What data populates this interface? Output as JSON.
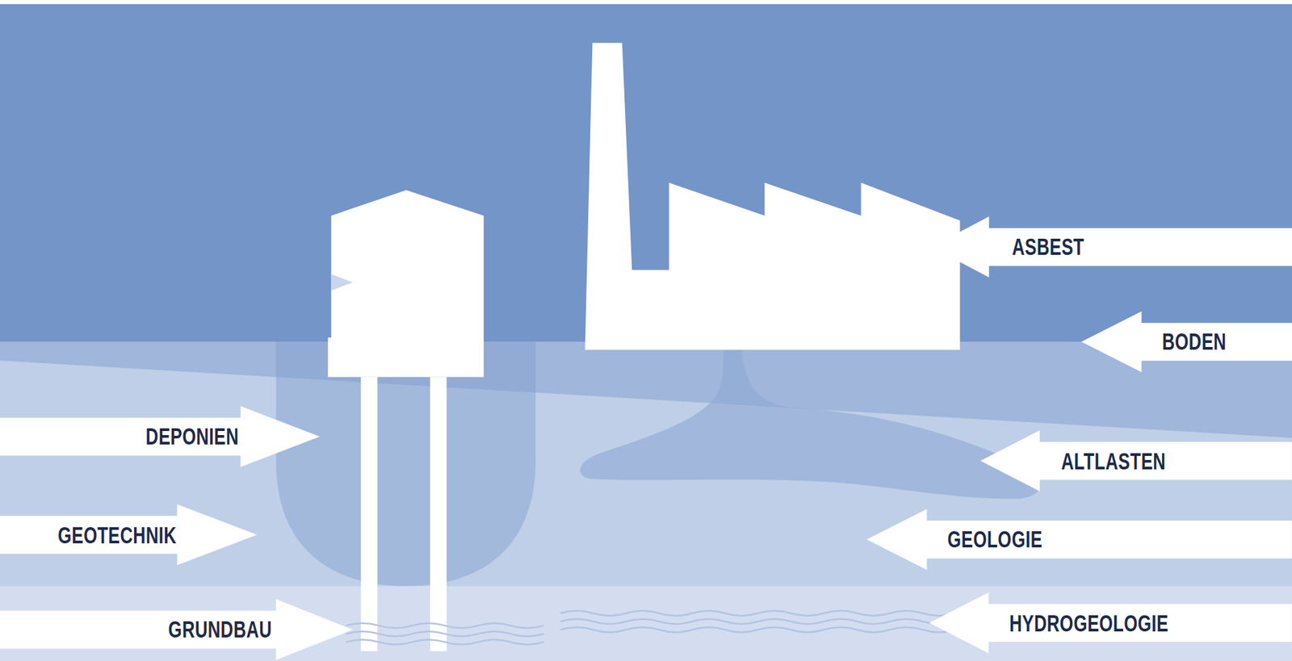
{
  "diagram": {
    "nodes": [
      {
        "text": [
          "ASBEST"
        ]
      },
      {
        "text": [
          "BODEN"
        ]
      },
      {
        "text": [
          "DEPONIEN"
        ]
      },
      {
        "text": [
          "ALTLASTEN"
        ]
      },
      {
        "text": [
          "GEOTECHNIK"
        ]
      },
      {
        "text": [
          "GEOLOGIE"
        ]
      },
      {
        "text": [
          "GRUNDBAU"
        ]
      },
      {
        "text": [
          "HYDROGEOLOGIE"
        ]
      }
    ]
  }
}
